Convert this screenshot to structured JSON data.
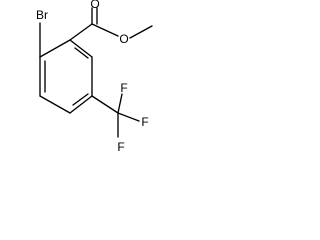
{
  "molecule": {
    "atoms": {
      "br": "Br",
      "carbonyl_o": "O",
      "ester_o": "O",
      "f_top": "F",
      "f_right": "F",
      "f_bottom": "F"
    }
  }
}
